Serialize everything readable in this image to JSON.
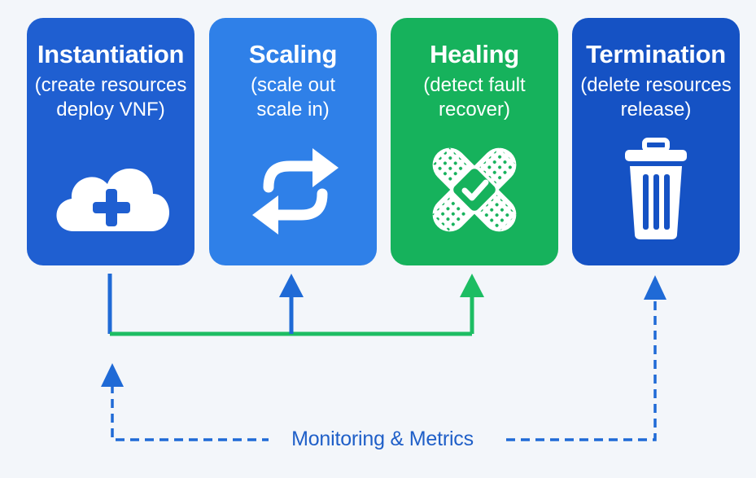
{
  "colors": {
    "background": "#f3f6fa",
    "instantiation": "#1f5fd1",
    "scaling": "#2f80e8",
    "healing": "#16b25c",
    "termination": "#1552c4",
    "connector_blue": "#1f6ad6",
    "connector_green": "#1dbd63",
    "label": "#1f5fc8"
  },
  "stages": [
    {
      "title": "Instantiation",
      "subtitle_line1": "(create resources",
      "subtitle_line2": "deploy VNF)",
      "icon": "cloud-plus-icon"
    },
    {
      "title": "Scaling",
      "subtitle_line1": "(scale out",
      "subtitle_line2": "scale in)",
      "icon": "sync-arrows-icon"
    },
    {
      "title": "Healing",
      "subtitle_line1": "(detect fault",
      "subtitle_line2": "recover)",
      "icon": "bandage-check-icon"
    },
    {
      "title": "Termination",
      "subtitle_line1": "(delete resources",
      "subtitle_line2": "release)",
      "icon": "trash-icon"
    }
  ],
  "monitoring": {
    "label": "Monitoring & Metrics"
  }
}
